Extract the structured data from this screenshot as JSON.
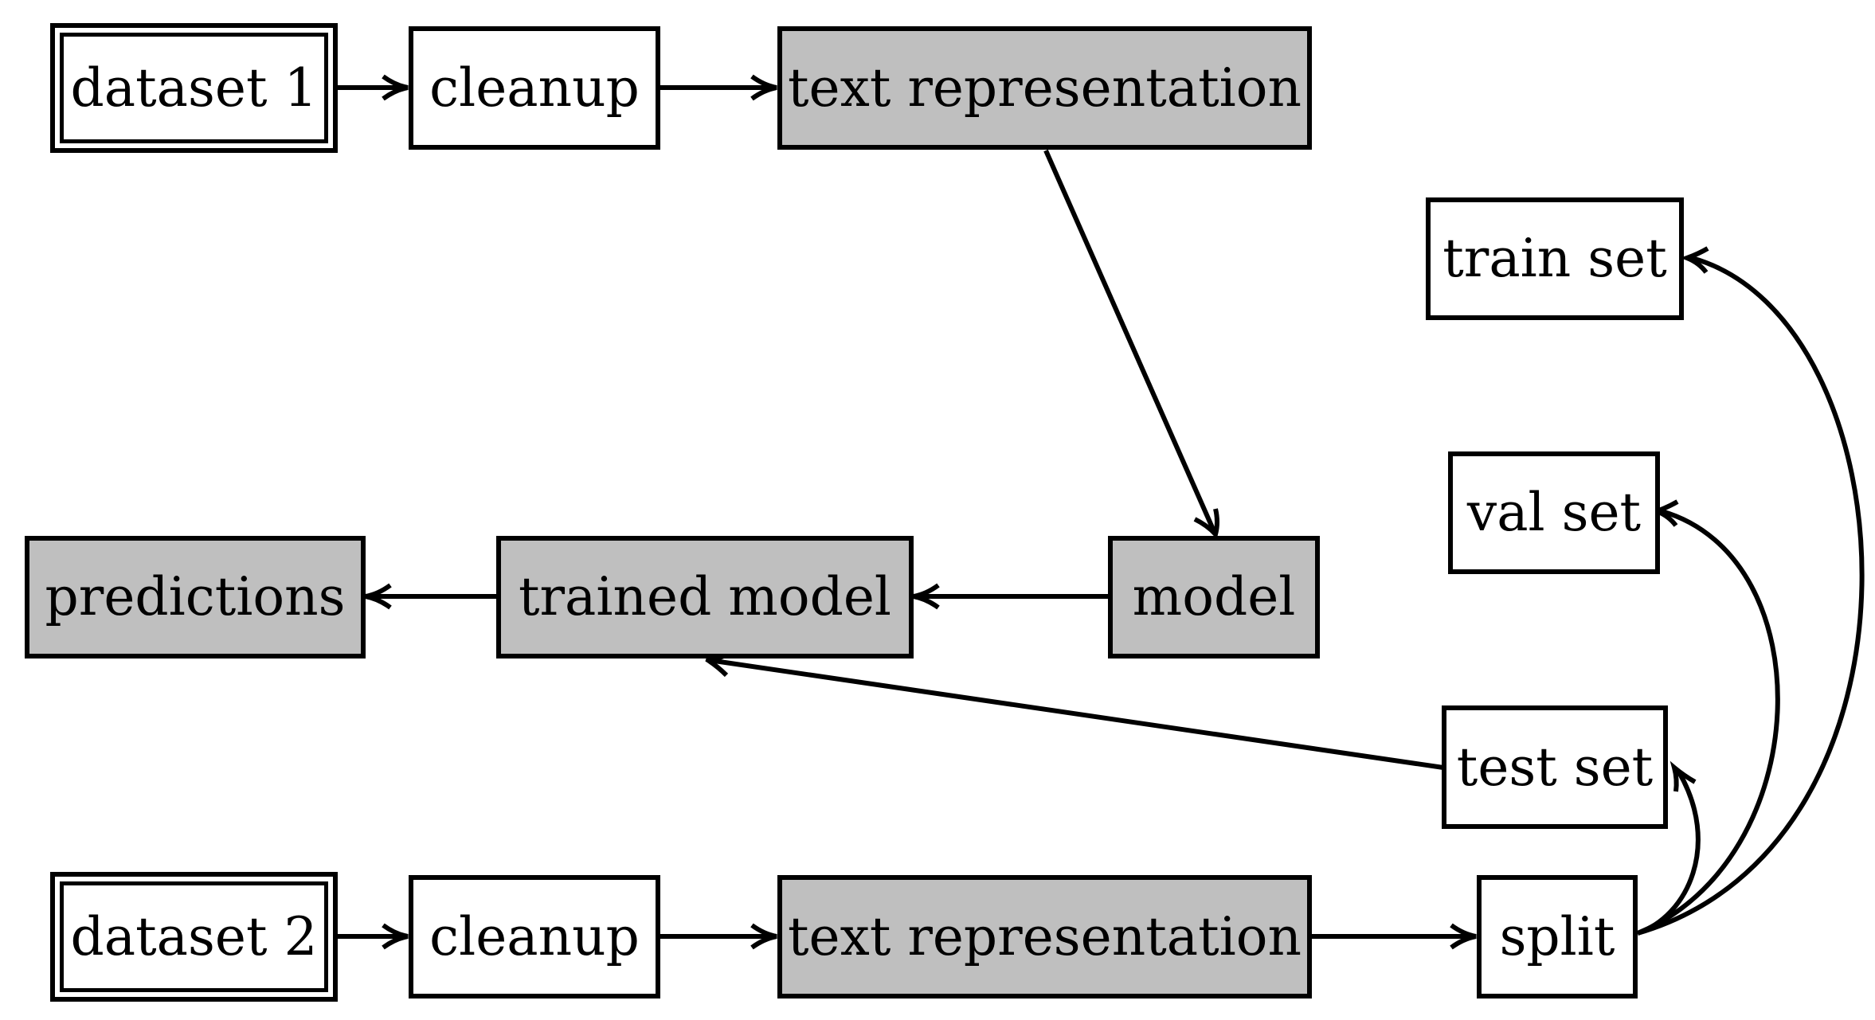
{
  "diagram": {
    "nodes": [
      {
        "id": "dataset1",
        "label": "dataset 1",
        "style": "white",
        "double_border": true
      },
      {
        "id": "cleanup1",
        "label": "cleanup",
        "style": "white"
      },
      {
        "id": "textrep1",
        "label": "text representation",
        "style": "gray"
      },
      {
        "id": "train_set",
        "label": "train set",
        "style": "white"
      },
      {
        "id": "val_set",
        "label": "val set",
        "style": "white"
      },
      {
        "id": "predictions",
        "label": "predictions",
        "style": "gray"
      },
      {
        "id": "trained_model",
        "label": "trained model",
        "style": "gray"
      },
      {
        "id": "model",
        "label": "model",
        "style": "gray"
      },
      {
        "id": "test_set",
        "label": "test set",
        "style": "white"
      },
      {
        "id": "dataset2",
        "label": "dataset 2",
        "style": "white",
        "double_border": true
      },
      {
        "id": "cleanup2",
        "label": "cleanup",
        "style": "white"
      },
      {
        "id": "textrep2",
        "label": "text representation",
        "style": "gray"
      },
      {
        "id": "split",
        "label": "split",
        "style": "white"
      }
    ],
    "edges": [
      {
        "from": "dataset1",
        "to": "cleanup1"
      },
      {
        "from": "cleanup1",
        "to": "textrep1"
      },
      {
        "from": "textrep1",
        "to": "model"
      },
      {
        "from": "model",
        "to": "trained_model"
      },
      {
        "from": "trained_model",
        "to": "predictions"
      },
      {
        "from": "test_set",
        "to": "trained_model"
      },
      {
        "from": "dataset2",
        "to": "cleanup2"
      },
      {
        "from": "cleanup2",
        "to": "textrep2"
      },
      {
        "from": "textrep2",
        "to": "split"
      },
      {
        "from": "split",
        "to": "test_set"
      },
      {
        "from": "split",
        "to": "val_set"
      },
      {
        "from": "split",
        "to": "train_set"
      }
    ],
    "colors": {
      "gray_fill": "#bfbfbf",
      "white_fill": "#ffffff",
      "stroke": "#000000"
    }
  }
}
